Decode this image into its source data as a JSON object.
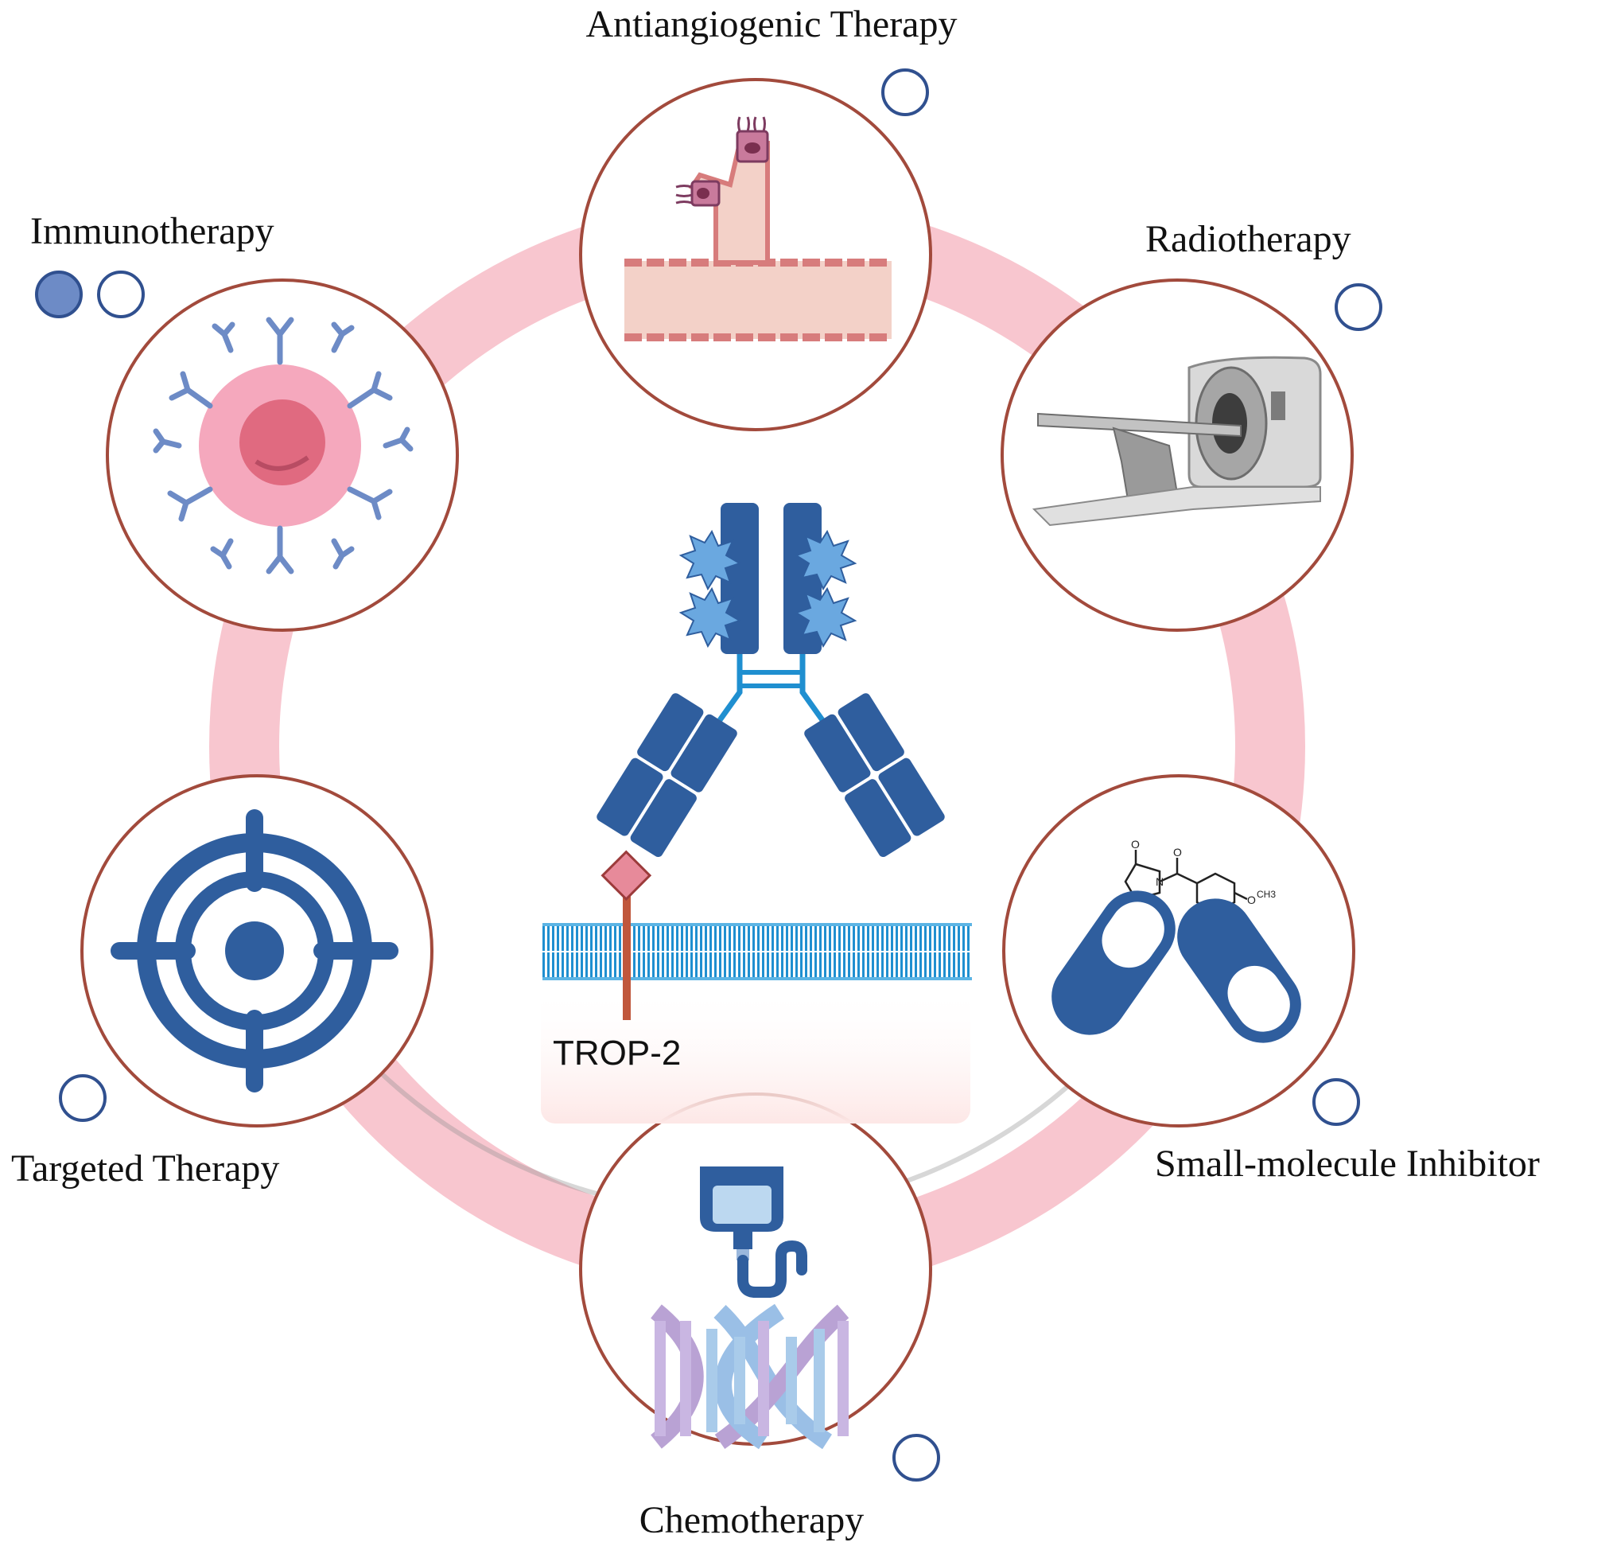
{
  "labels": {
    "antiangiogenic": "Antiangiogenic Therapy",
    "immunotherapy": "Immunotherapy",
    "radiotherapy": "Radiotherapy",
    "targeted": "Targeted Therapy",
    "small_molecule": "Small-molecule Inhibitor",
    "chemotherapy": "Chemotherapy"
  },
  "center": {
    "antigen_label": "TROP-2"
  },
  "molecule": {
    "oxygen_1": "O",
    "nitrogen": "N",
    "oxygen_2": "O",
    "oxygen_3": "O",
    "methyl": "CH3"
  },
  "colors": {
    "ring": "#f8c6cf",
    "circle_border": "#a24a3c",
    "icon_blue": "#2f5e9e",
    "membrane_blue": "#1f8fd0",
    "dot_blue": "#30508f",
    "dot_filled": "#6d8bc6",
    "cell_pink": "#f5a8bd",
    "nucleus": "#e06a80"
  }
}
